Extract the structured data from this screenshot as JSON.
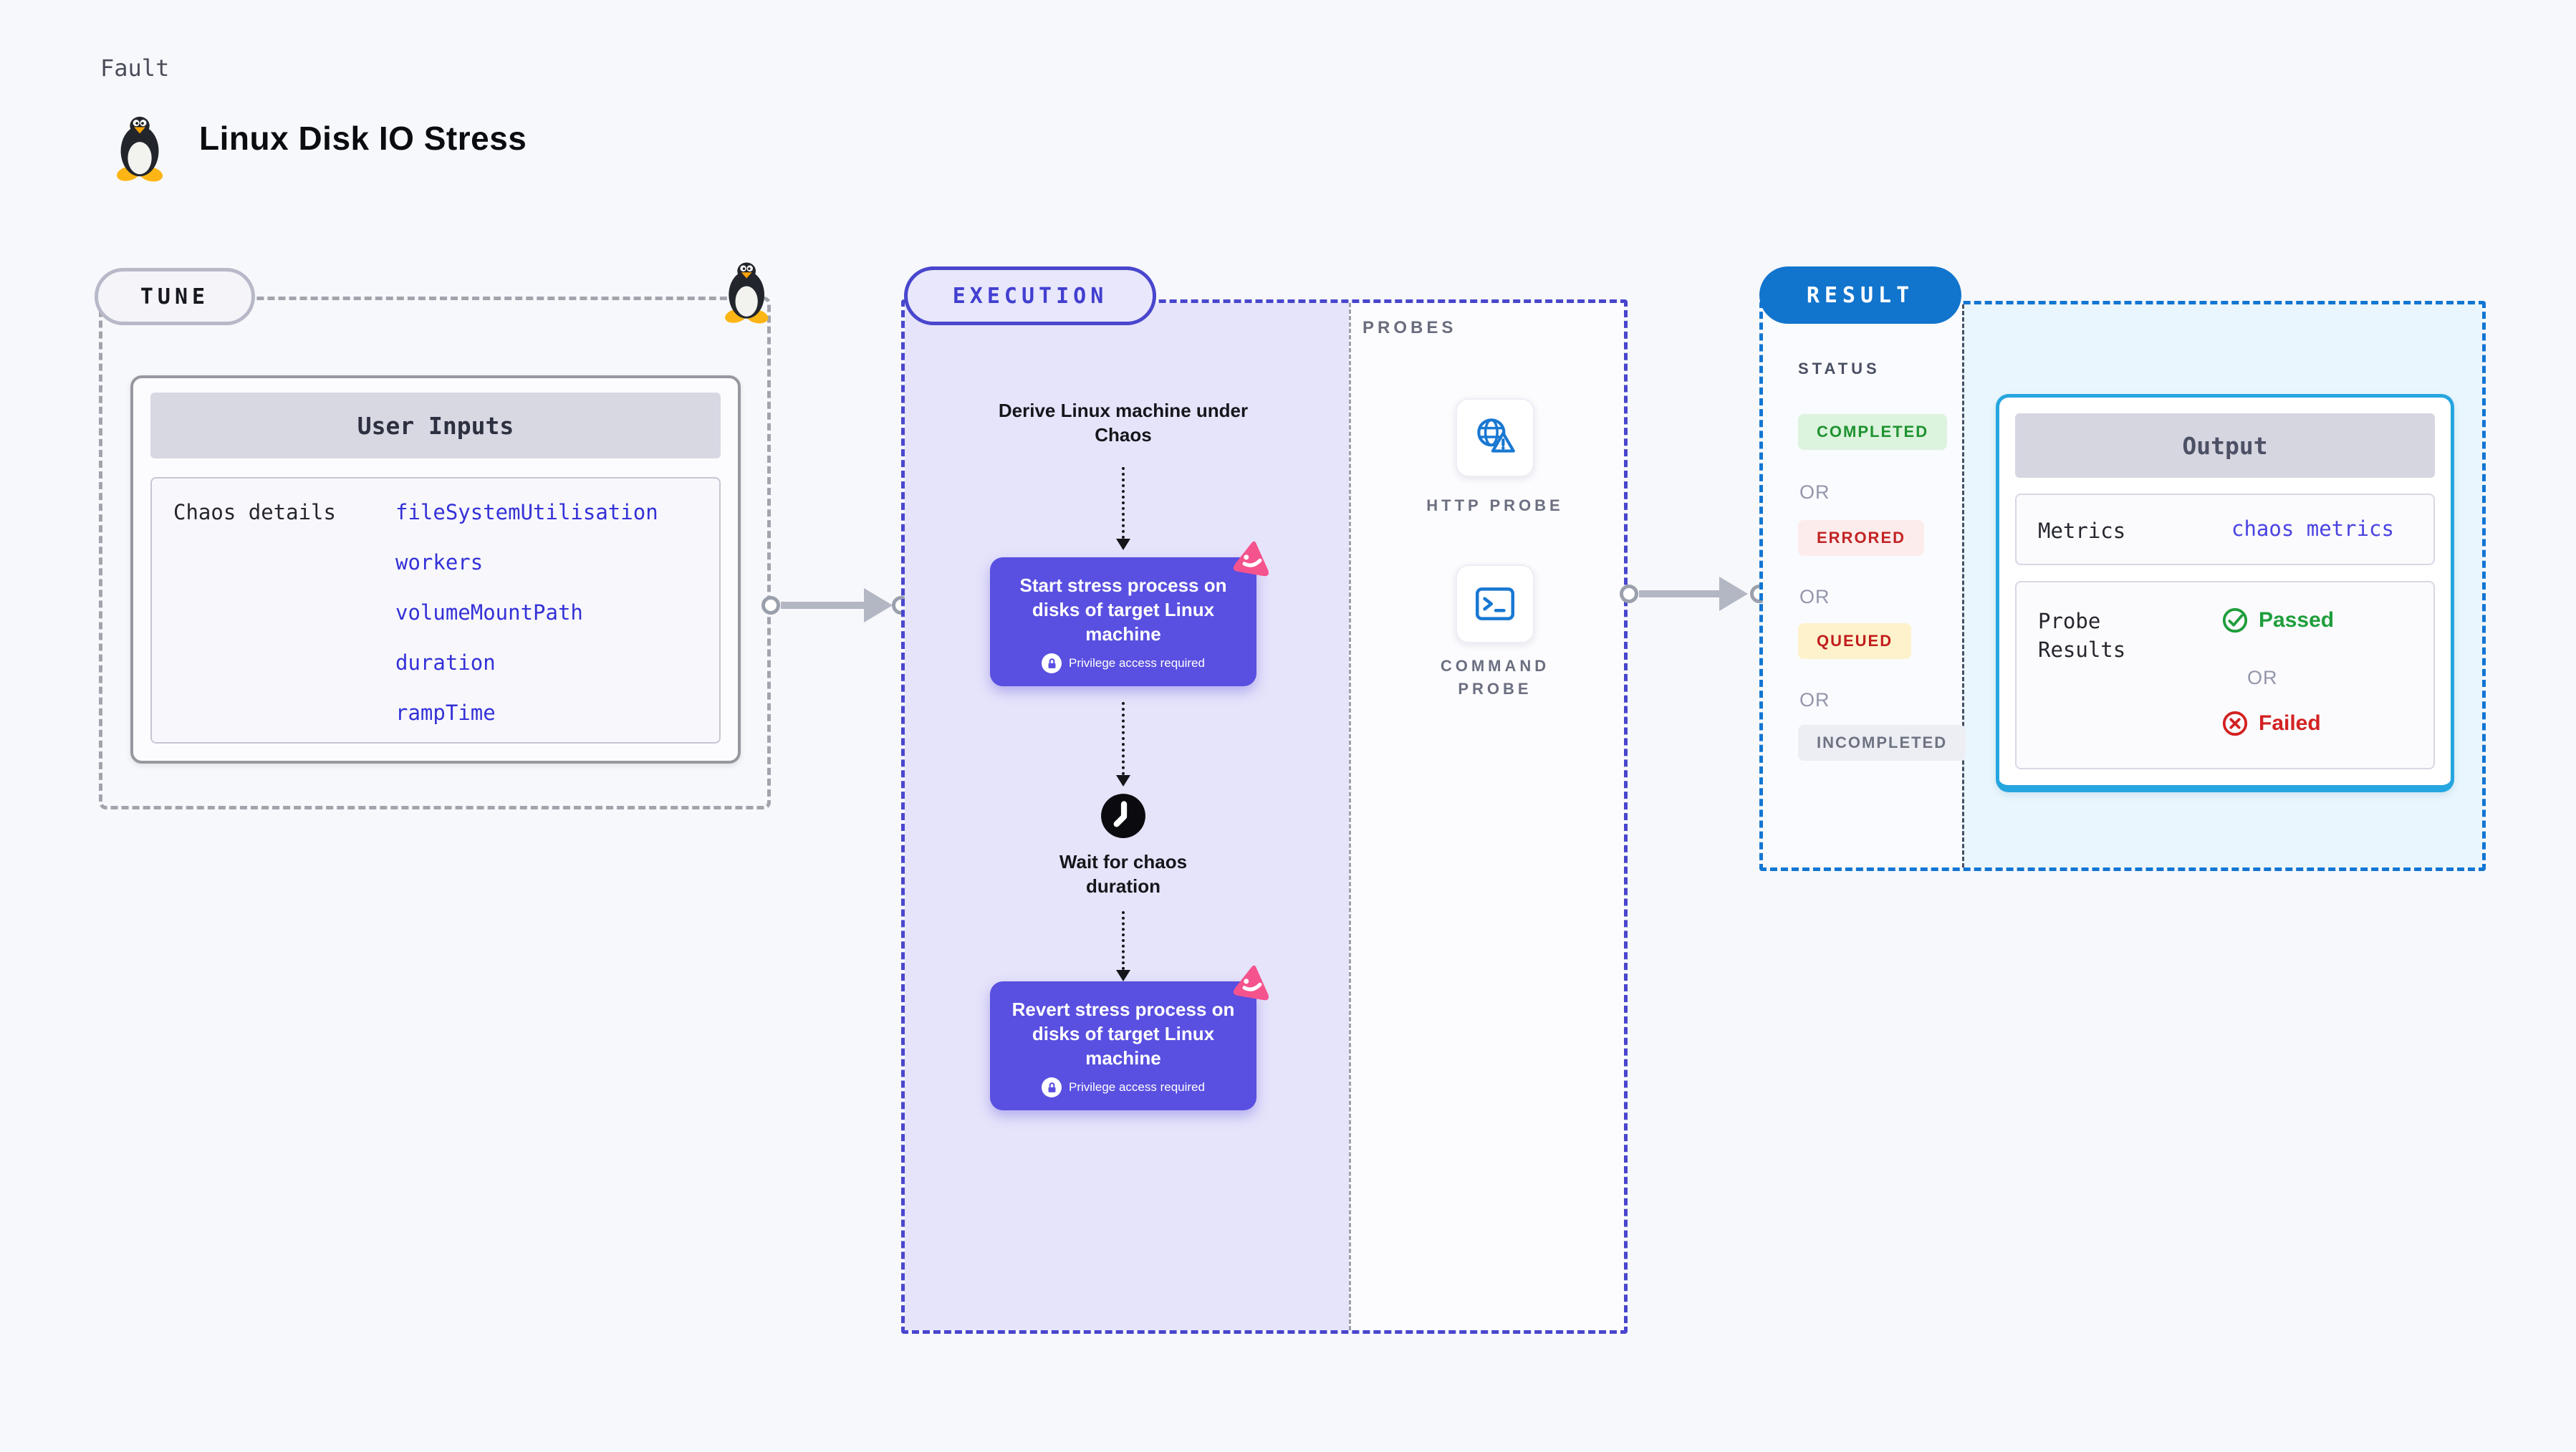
{
  "page": {
    "kicker": "Fault",
    "title": "Linux Disk IO Stress"
  },
  "tune": {
    "label": "TUNE",
    "card_title": "User Inputs",
    "row_label": "Chaos details",
    "values": [
      "fileSystemUtilisation",
      "workers",
      "volumeMountPath",
      "duration",
      "rampTime"
    ]
  },
  "execution": {
    "label": "EXECUTION",
    "step_derive": "Derive Linux machine under Chaos",
    "node_start": "Start stress process on disks of target Linux machine",
    "privilege_note": "Privilege access required",
    "step_wait": "Wait for chaos duration",
    "node_revert": "Revert stress process on disks of target Linux machine"
  },
  "probes": {
    "label": "PROBES",
    "items": [
      {
        "label": "HTTP PROBE",
        "icon": "http-probe-icon"
      },
      {
        "label": "COMMAND PROBE",
        "icon": "command-probe-icon"
      }
    ]
  },
  "result": {
    "label": "RESULT",
    "status_label": "STATUS",
    "or_label": "OR",
    "statuses": [
      {
        "label": "COMPLETED",
        "bg": "#dcf3dd",
        "color": "#1e9230"
      },
      {
        "label": "ERRORED",
        "bg": "#fdecec",
        "color": "#c22424"
      },
      {
        "label": "QUEUED",
        "bg": "#fdf2cb",
        "color": "#c11d1d"
      },
      {
        "label": "INCOMPLETED",
        "bg": "#eceef4",
        "color": "#6f7382"
      }
    ],
    "output": {
      "title": "Output",
      "metrics_label": "Metrics",
      "metrics_value": "chaos metrics",
      "probe_results_label": "Probe Results",
      "passed_label": "Passed",
      "failed_label": "Failed"
    }
  },
  "icons": {
    "brand": "tux-penguin-icon",
    "node_badge": "chaos-badge-icon",
    "privilege": "lock-icon",
    "wait": "clock-icon",
    "passed": "check-circle-icon",
    "failed": "x-circle-icon"
  },
  "colors": {
    "page_bg": "#f7f8fb",
    "node_purple": "#594fe0",
    "execution_indigo": "#4946cd",
    "execution_bg": "#e6e4fa",
    "result_blue": "#1174cd",
    "output_border_cyan": "#26a6e0",
    "result_panel_cyan": "#e9f6fd",
    "value_blue": "#3431d7",
    "metrics_blue": "#4a43e1",
    "probe_icon_blue": "#1878d2",
    "passed_green": "#1f9e3c",
    "failed_red": "#d32222",
    "badge_pink": "#f5538e",
    "arrow_gray": "#b3b6c3"
  }
}
